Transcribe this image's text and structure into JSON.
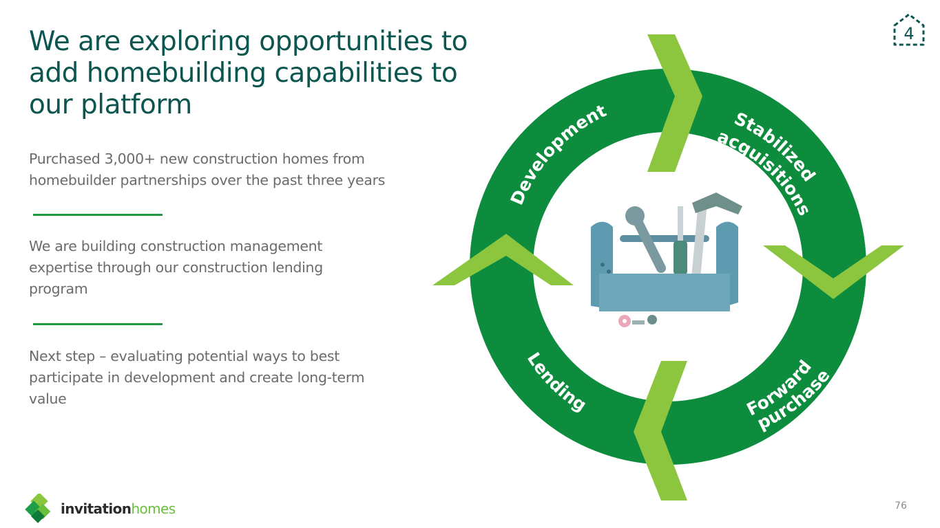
{
  "title": "We are exploring opportunities to add homebuilding capabilities to our platform",
  "section_badge": "4",
  "bullets": [
    {
      "text": "Purchased 3,000+ new construction homes from homebuilder partnerships over the past three years"
    },
    {
      "text": "We are building construction management expertise through our construction lending program"
    },
    {
      "text": "Next step – evaluating potential ways to best participate in development and create long-term value"
    }
  ],
  "cycle": {
    "stages": [
      "Development",
      "Stabilized",
      "acquisitions",
      "Forward",
      "purchase",
      "Lending"
    ],
    "center_icon": "toolbox-icon",
    "colors": {
      "ring": "#0e8c3e",
      "arrow": "#8cc63f"
    }
  },
  "logo": {
    "part1": "invitation",
    "part2": "homes"
  },
  "page_number": "76"
}
